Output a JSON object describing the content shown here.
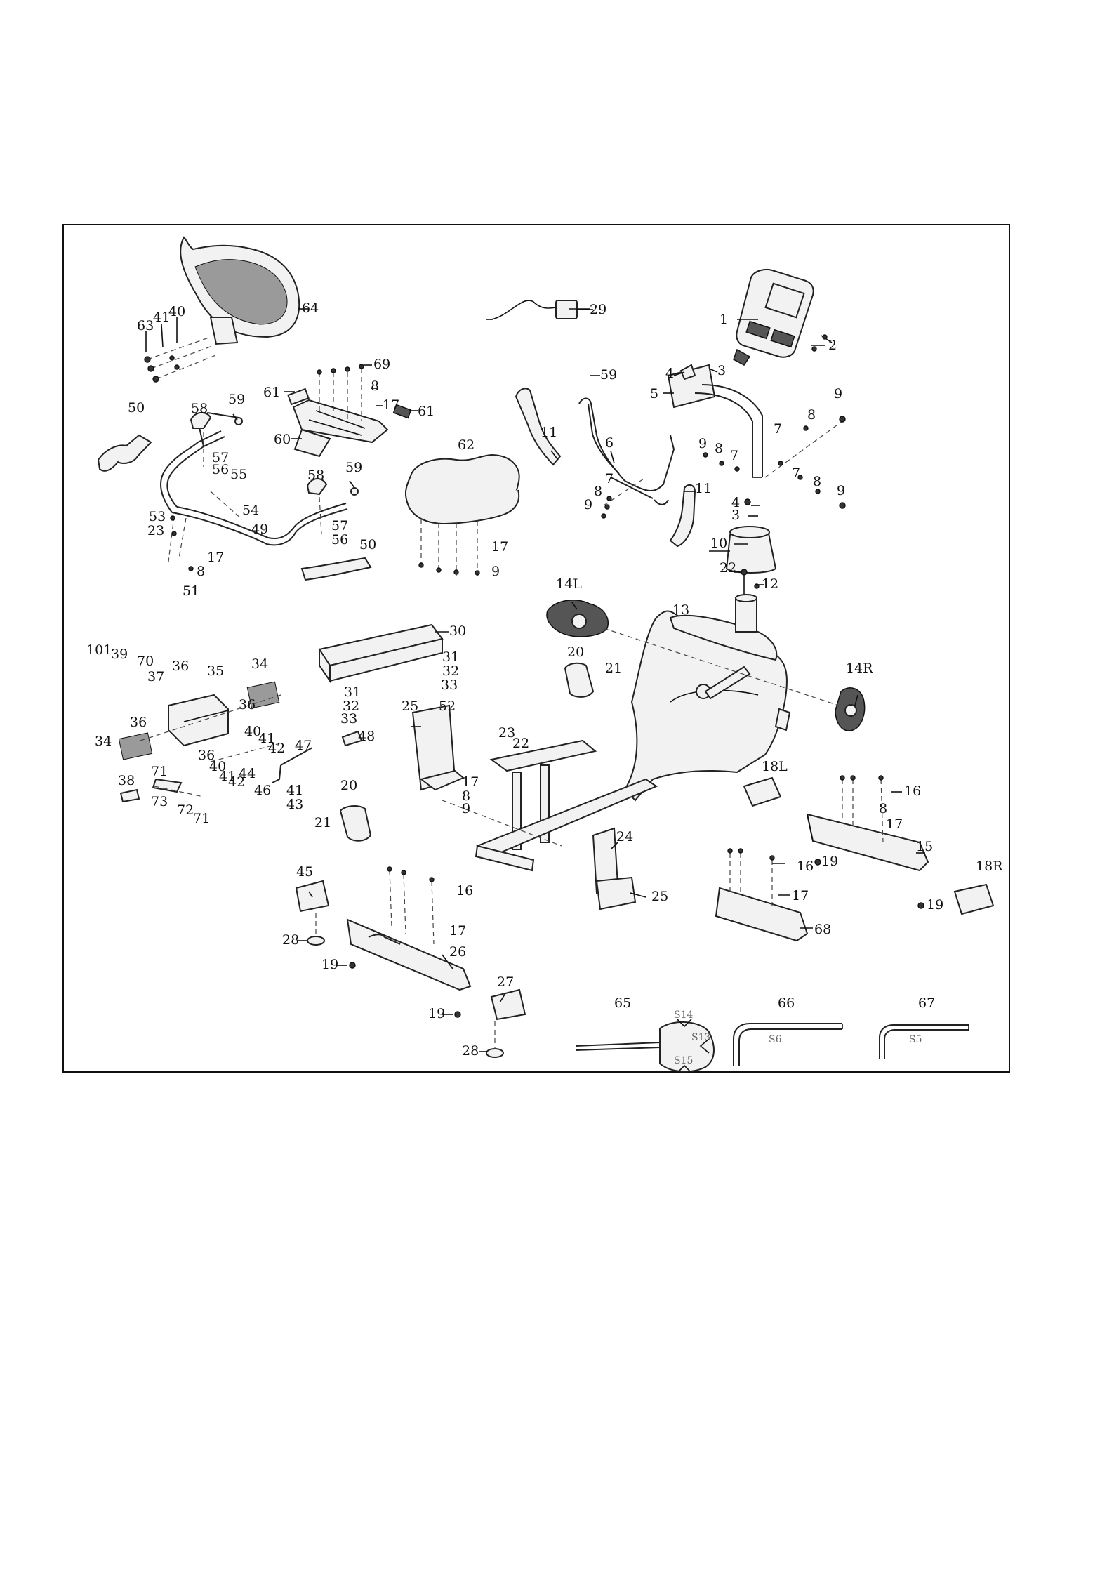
{
  "labels": {
    "l1": "1",
    "l2": "2",
    "l3": "3",
    "l3b": "3",
    "l4": "4",
    "l4b": "4",
    "l5": "5",
    "l6": "6",
    "l7a": "7",
    "l7b": "7",
    "l7c": "7",
    "l7d": "7",
    "l8a": "8",
    "l8b": "8",
    "l8c": "8",
    "l8d": "8",
    "l8e": "8",
    "l8f": "8",
    "l8g": "8",
    "l8h": "8",
    "l9a": "9",
    "l9b": "9",
    "l9c": "9",
    "l9d": "9",
    "l9e": "9",
    "l9f": "9",
    "l10": "10",
    "l11a": "11",
    "l11b": "11",
    "l12": "12",
    "l13": "13",
    "l14L": "14L",
    "l14R": "14R",
    "l15": "15",
    "l16a": "16",
    "l16b": "16",
    "l16c": "16",
    "l17a": "17",
    "l17b": "17",
    "l17c": "17",
    "l17d": "17",
    "l17e": "17",
    "l17f": "17",
    "l17g": "17",
    "l18L": "18L",
    "l18R": "18R",
    "l19a": "19",
    "l19b": "19",
    "l19c": "19",
    "l19d": "19",
    "l20a": "20",
    "l20b": "20",
    "l21a": "21",
    "l21b": "21",
    "l22a": "22",
    "l22b": "22",
    "l23a": "23",
    "l23b": "23",
    "l24": "24",
    "l25a": "25",
    "l25b": "25",
    "l26": "26",
    "l27": "27",
    "l28a": "28",
    "l28b": "28",
    "l29": "29",
    "l30": "30",
    "l31a": "31",
    "l31b": "31",
    "l32a": "32",
    "l32b": "32",
    "l33a": "33",
    "l33b": "33",
    "l34a": "34",
    "l34b": "34",
    "l35": "35",
    "l36a": "36",
    "l36b": "36",
    "l36c": "36",
    "l36d": "36",
    "l37": "37",
    "l38": "38",
    "l39": "39",
    "l40a": "40",
    "l40b": "40",
    "l40c": "40",
    "l41a": "41",
    "l41b": "41",
    "l41c": "41",
    "l41d": "41",
    "l42a": "42",
    "l42b": "42",
    "l43": "43",
    "l44": "44",
    "l45": "45",
    "l46": "46",
    "l47": "47",
    "l48": "48",
    "l49": "49",
    "l50a": "50",
    "l50b": "50",
    "l51": "51",
    "l52": "52",
    "l53": "53",
    "l54": "54",
    "l55": "55",
    "l56a": "56",
    "l56b": "56",
    "l57a": "57",
    "l57b": "57",
    "l58a": "58",
    "l58b": "58",
    "l59a": "59",
    "l59b": "59",
    "l59c": "59",
    "l60": "60",
    "l61a": "61",
    "l61b": "61",
    "l62": "62",
    "l63": "63",
    "l64": "64",
    "l65": "65",
    "l66": "66",
    "l67": "67",
    "l68": "68",
    "l69": "69",
    "l70": "70",
    "l71a": "71",
    "l71b": "71",
    "l72": "72",
    "l73": "73",
    "l101": "101"
  },
  "tool_marks": {
    "wrench_s14": "S14",
    "wrench_s13": "S13",
    "wrench_s15": "S15",
    "allen_s6": "S6",
    "allen_s5": "S5"
  }
}
